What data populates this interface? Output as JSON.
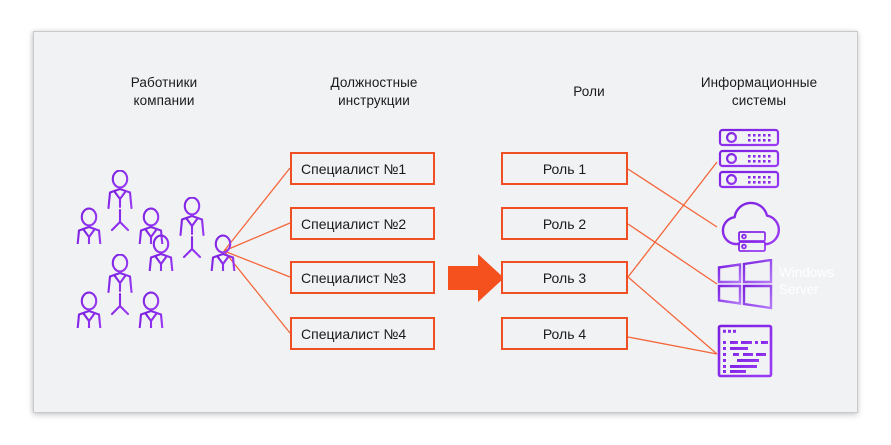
{
  "diagram": {
    "title_columns": [
      {
        "key": "workers",
        "label": "Работники\nкомпании"
      },
      {
        "key": "jobdesc",
        "label": "Должностные\nинструкции"
      },
      {
        "key": "roles",
        "label": "Роли"
      },
      {
        "key": "infosystems",
        "label": "Информационные\nсистемы"
      }
    ],
    "employee_groups": [
      {
        "name": "employee-group-1"
      },
      {
        "name": "employee-group-2"
      },
      {
        "name": "employee-group-3"
      }
    ],
    "job_descriptions": [
      {
        "label": "Специалист №1"
      },
      {
        "label": "Специалист №2"
      },
      {
        "label": "Специалист №3"
      },
      {
        "label": "Специалист №4"
      }
    ],
    "roles": [
      {
        "label": "Роль 1"
      },
      {
        "label": "Роль 2"
      },
      {
        "label": "Роль 3"
      },
      {
        "label": "Роль 4"
      }
    ],
    "information_systems": [
      {
        "key": "servers",
        "icon": "server-stack-icon",
        "label": ""
      },
      {
        "key": "cloud",
        "icon": "cloud-server-icon",
        "label": ""
      },
      {
        "key": "windows",
        "icon": "windows-logo-icon",
        "label": "Windows\nServer"
      },
      {
        "key": "code",
        "icon": "code-window-icon",
        "label": ""
      }
    ],
    "transform_arrow": {
      "icon": "right-arrow-icon"
    },
    "colors": {
      "accent_orange": "#F04E23",
      "connector_orange": "#F4663A",
      "icon_purple_start": "#7B1FE0",
      "icon_purple_end": "#9B3BF5",
      "panel_background": "#F1F2F4",
      "text": "#1A1A1A"
    }
  }
}
